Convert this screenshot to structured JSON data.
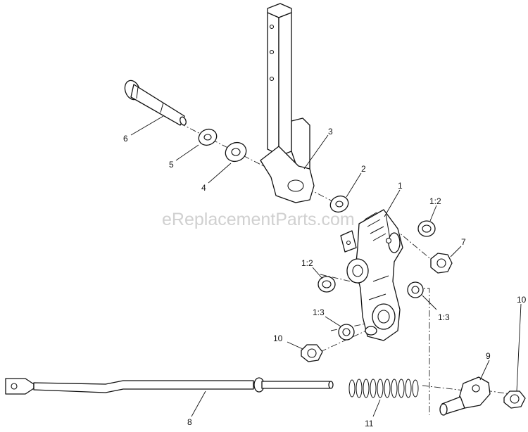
{
  "watermark": "eReplacementParts.com",
  "callouts": {
    "c1": "1",
    "c2": "2",
    "c3": "3",
    "c4": "4",
    "c5": "5",
    "c6": "6",
    "c7": "7",
    "c8": "8",
    "c9": "9",
    "c10a": "10",
    "c10b": "10",
    "c11": "11",
    "c12a": "1:2",
    "c12b": "1:2",
    "c13a": "1:3",
    "c13b": "1:3"
  }
}
